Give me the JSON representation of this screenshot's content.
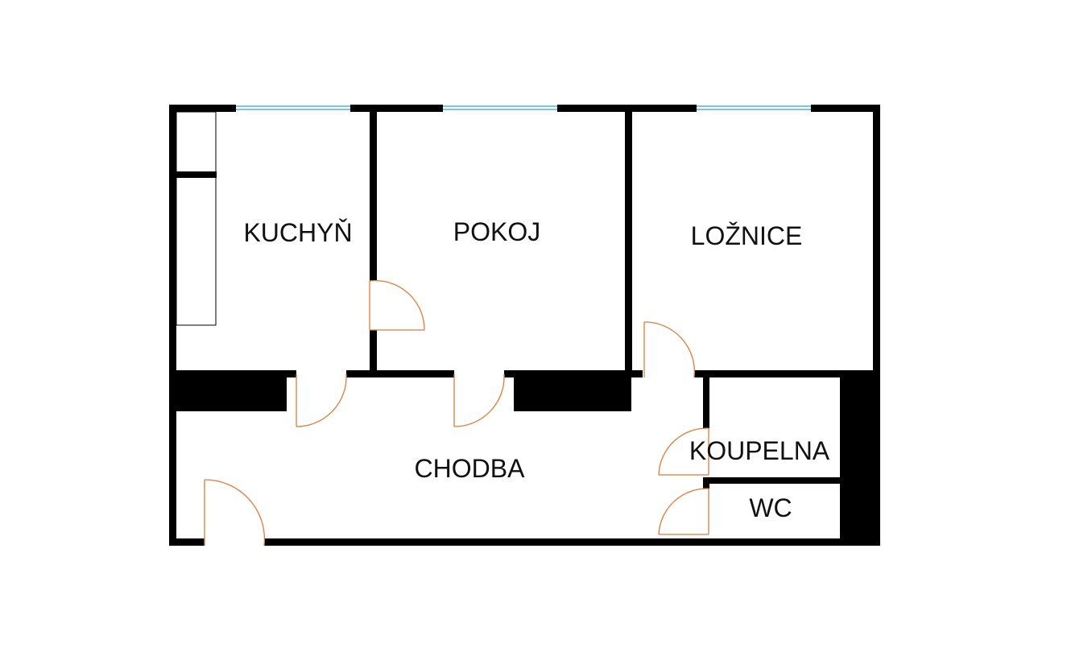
{
  "rooms": {
    "kitchen": "KUCHYŇ",
    "living": "POKOJ",
    "bedroom": "LOŽNICE",
    "hallway": "CHODBA",
    "bathroom": "KOUPELNA",
    "toilet": "WC"
  },
  "colors": {
    "wall": "#000000",
    "door": "#e07b39",
    "window": "#7fc4e8",
    "background": "#ffffff"
  }
}
